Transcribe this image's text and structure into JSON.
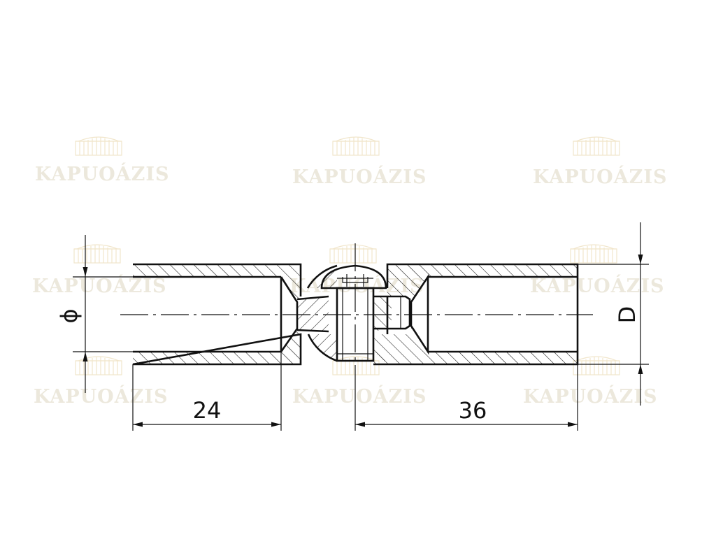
{
  "watermark": {
    "brand": "KAPUOÁZIS"
  },
  "dimensions": {
    "left_length": "24",
    "right_length": "36",
    "diameter_symbol": "ϕ",
    "right_diameter": "D"
  },
  "colors": {
    "line": "#111111",
    "watermark_text": "#ece8dc",
    "watermark_logo": "#f1e6cc",
    "background": "#ffffff"
  }
}
